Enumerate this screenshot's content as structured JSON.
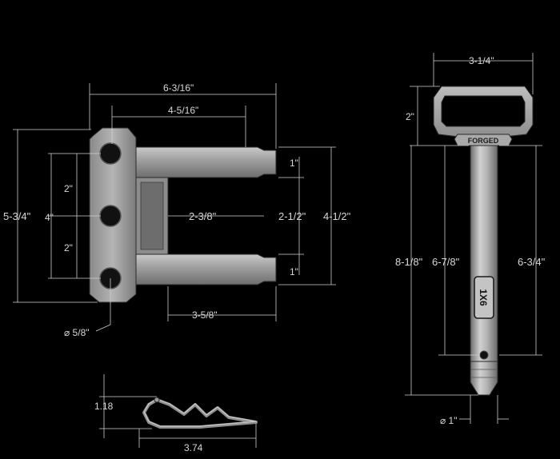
{
  "clevis": {
    "overall_width": "6-3/16\"",
    "inner_width": "4-5/16\"",
    "overall_height": "5-3/4\"",
    "hole_span": "4\"",
    "hole_spacing_top": "2\"",
    "hole_spacing_bottom": "2\"",
    "prong_thickness_top": "1\"",
    "prong_thickness_bottom": "1\"",
    "inner_depth": "2-3/8\"",
    "inner_gap": "2-1/2\"",
    "outer_span": "4-1/2\"",
    "prong_length": "3-5/8\"",
    "hole_diameter": "⌀ 5/8\""
  },
  "pin": {
    "handle_width": "3-1/4\"",
    "handle_height": "2\"",
    "overall_length": "8-1/8\"",
    "usable_length": "6-7/8\"",
    "shaft_length": "6-3/4\"",
    "diameter": "⌀ 1\"",
    "collar_text": "FORGED",
    "shaft_label": "1X6"
  },
  "clip": {
    "height": "1.18",
    "length": "3.74"
  }
}
